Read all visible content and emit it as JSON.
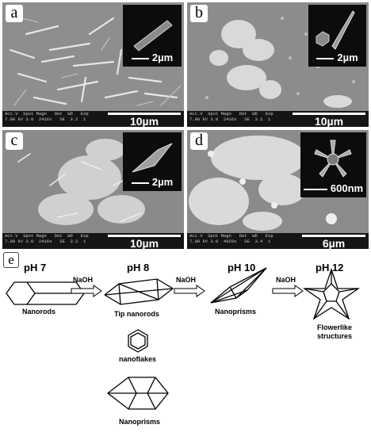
{
  "panels": {
    "a": {
      "label": "a",
      "inset_scale": "2µm",
      "scale": "10µm",
      "meta": "Acc.V  Spot Magn   Det  WD   Exp\n7.00 kV 3.0  2416x   SE  3.2  1"
    },
    "b": {
      "label": "b",
      "inset_scale": "2µm",
      "scale": "10µm",
      "meta": "Acc.V  Spot Magn   Det  WD   Exp\n7.00 kV 3.0  2416x   SE  3.2  1"
    },
    "c": {
      "label": "c",
      "inset_scale": "2µm",
      "scale": "10µm",
      "meta": "Acc.V  Spot Magn   Det  WD   Exp\n7.00 kV 3.0  2416x   SE  3.2  1"
    },
    "d": {
      "label": "d",
      "inset_scale": "600nm",
      "scale": "6µm",
      "meta": "Acc.V  Spot Magn   Det  WD   Exp\n7.00 kV 3.0  4029x   SE  3.4  1"
    }
  },
  "schematic": {
    "label": "e",
    "stages": [
      {
        "ph": "pH  7",
        "name": "Nanorods"
      },
      {
        "ph": "pH  8",
        "name": "Tip nanorods"
      },
      {
        "ph": "pH  10",
        "name": "Nanoprisms"
      },
      {
        "ph": "pH  12",
        "name": "Flowerlike structures"
      }
    ],
    "arrow_label": "NaOH",
    "extra": {
      "flakes": "nanoflakes",
      "prisms": "Nanoprisms"
    }
  }
}
